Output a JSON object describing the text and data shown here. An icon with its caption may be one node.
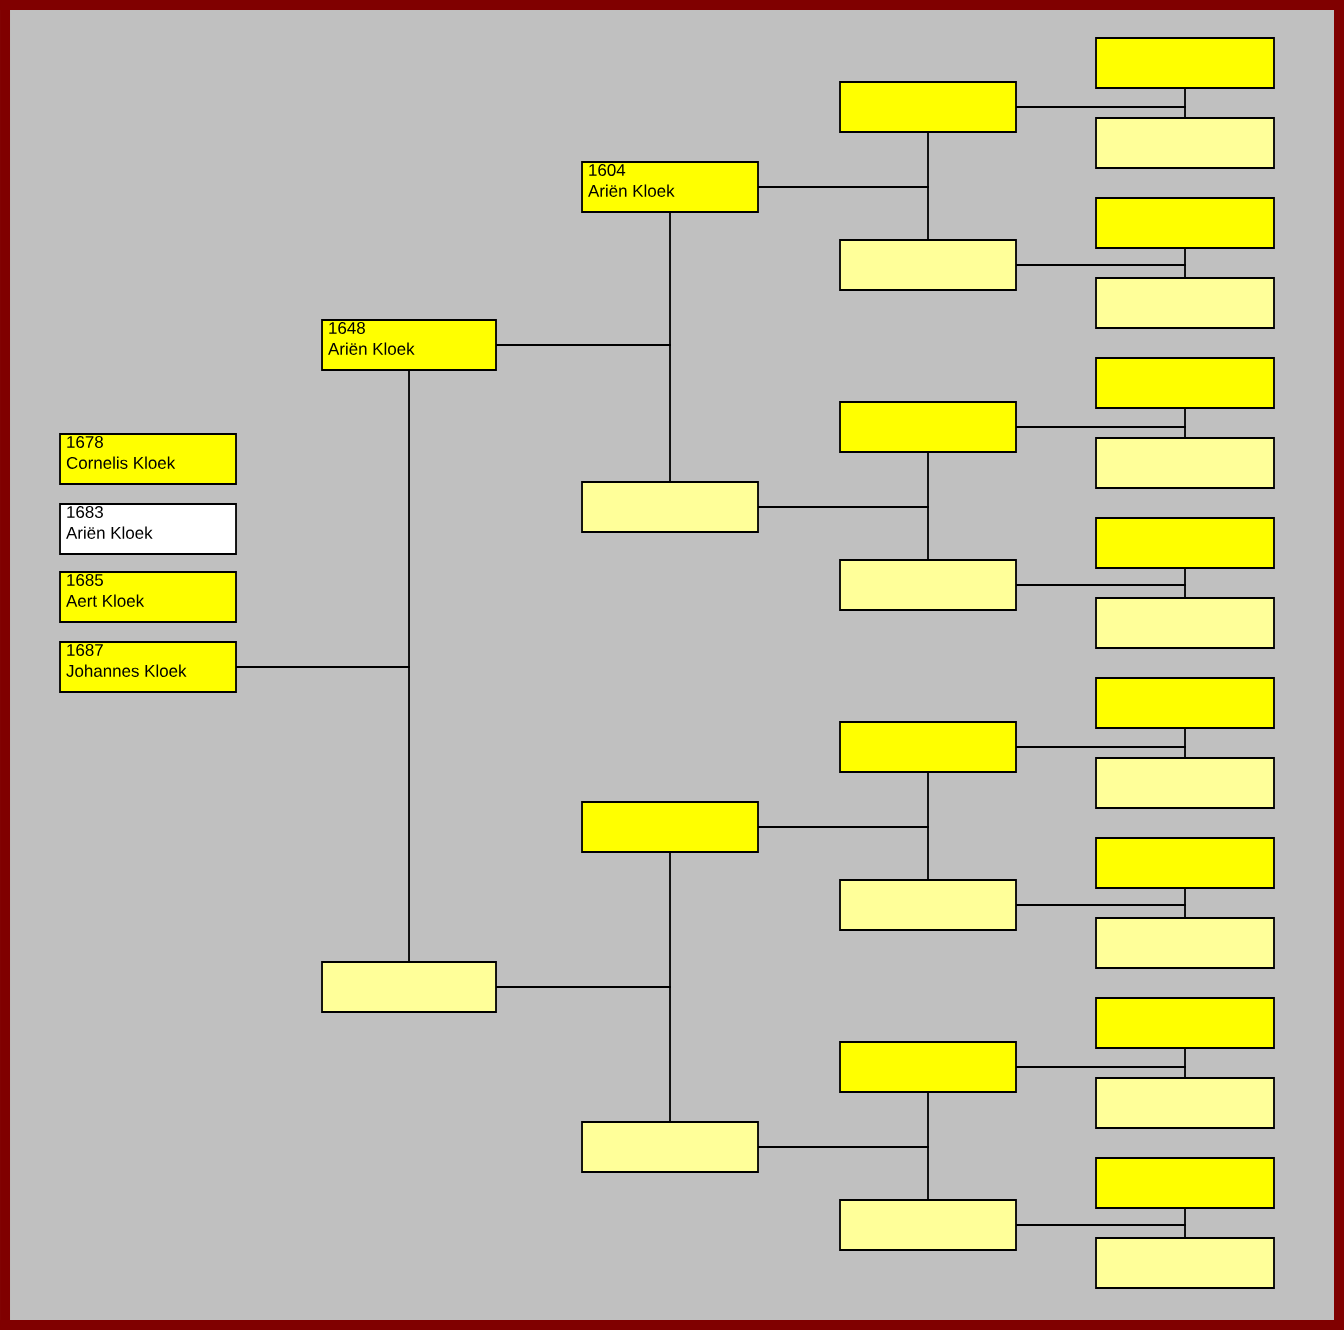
{
  "diagram": {
    "nodes": [
      {
        "text": [
          "1678",
          "Cornelis Kloek"
        ]
      },
      {
        "text": [
          "1683",
          "Ariën Kloek"
        ]
      },
      {
        "text": [
          "1685",
          "Aert Kloek"
        ]
      },
      {
        "text": [
          "1687",
          "Johannes Kloek"
        ]
      },
      {
        "text": [
          "1648",
          "Ariën Kloek"
        ]
      },
      {
        "text": [],
        "shape": "box"
      },
      {
        "text": [
          "1604",
          "Ariën Kloek"
        ]
      },
      {
        "text": [],
        "shape": "box"
      },
      {
        "text": [],
        "shape": "box"
      },
      {
        "text": [],
        "shape": "box"
      },
      {
        "text": [],
        "shape": "box"
      },
      {
        "text": [],
        "shape": "box"
      },
      {
        "text": [],
        "shape": "box"
      },
      {
        "text": [],
        "shape": "box"
      },
      {
        "text": [],
        "shape": "box"
      },
      {
        "text": [],
        "shape": "box"
      },
      {
        "text": [],
        "shape": "box"
      },
      {
        "text": [],
        "shape": "box"
      },
      {
        "text": [],
        "shape": "box"
      },
      {
        "text": [],
        "shape": "box"
      },
      {
        "text": [],
        "shape": "box"
      },
      {
        "text": [],
        "shape": "box"
      },
      {
        "text": [],
        "shape": "box"
      },
      {
        "text": [],
        "shape": "box"
      },
      {
        "text": [],
        "shape": "box"
      },
      {
        "text": [],
        "shape": "box"
      },
      {
        "text": [],
        "shape": "box"
      },
      {
        "text": [],
        "shape": "box"
      },
      {
        "text": [],
        "shape": "box"
      },
      {
        "text": [],
        "shape": "box"
      },
      {
        "text": [],
        "shape": "box"
      },
      {
        "text": [],
        "shape": "box"
      },
      {
        "text": [],
        "shape": "box"
      },
      {
        "text": [],
        "shape": "box"
      }
    ],
    "edges": [
      {
        "from": 3,
        "to": 4,
        "arrow": "none"
      },
      {
        "from": 3,
        "to": 5,
        "arrow": "none"
      },
      {
        "from": 4,
        "to": 6,
        "arrow": "none"
      },
      {
        "from": 4,
        "to": 7,
        "arrow": "none"
      },
      {
        "from": 5,
        "to": 8,
        "arrow": "none"
      },
      {
        "from": 5,
        "to": 9,
        "arrow": "none"
      },
      {
        "from": 6,
        "to": 10,
        "arrow": "none"
      },
      {
        "from": 6,
        "to": 11,
        "arrow": "none"
      },
      {
        "from": 7,
        "to": 12,
        "arrow": "none"
      },
      {
        "from": 7,
        "to": 13,
        "arrow": "none"
      },
      {
        "from": 8,
        "to": 14,
        "arrow": "none"
      },
      {
        "from": 8,
        "to": 15,
        "arrow": "none"
      },
      {
        "from": 9,
        "to": 16,
        "arrow": "none"
      },
      {
        "from": 9,
        "to": 17,
        "arrow": "none"
      },
      {
        "from": 10,
        "to": 18,
        "arrow": "none"
      },
      {
        "from": 10,
        "to": 19,
        "arrow": "none"
      },
      {
        "from": 11,
        "to": 20,
        "arrow": "none"
      },
      {
        "from": 11,
        "to": 21,
        "arrow": "none"
      },
      {
        "from": 12,
        "to": 22,
        "arrow": "none"
      },
      {
        "from": 12,
        "to": 23,
        "arrow": "none"
      },
      {
        "from": 13,
        "to": 24,
        "arrow": "none"
      },
      {
        "from": 13,
        "to": 25,
        "arrow": "none"
      },
      {
        "from": 14,
        "to": 26,
        "arrow": "none"
      },
      {
        "from": 14,
        "to": 27,
        "arrow": "none"
      },
      {
        "from": 15,
        "to": 28,
        "arrow": "none"
      },
      {
        "from": 15,
        "to": 29,
        "arrow": "none"
      },
      {
        "from": 16,
        "to": 30,
        "arrow": "none"
      },
      {
        "from": 16,
        "to": 31,
        "arrow": "none"
      },
      {
        "from": 17,
        "to": 32,
        "arrow": "none"
      },
      {
        "from": 17,
        "to": 33,
        "arrow": "none"
      }
    ]
  }
}
